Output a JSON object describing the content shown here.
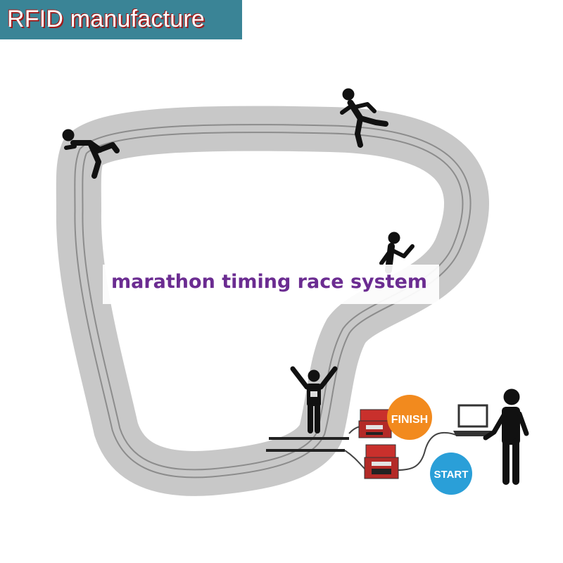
{
  "brand": {
    "text": "RFID manufacture",
    "background": "#3a8496",
    "outline": "#a01c1c"
  },
  "caption": {
    "text": "marathon timing race system",
    "color": "#6b2c91"
  },
  "badges": {
    "finish": "FINISH",
    "start": "START",
    "finish_color": "#f28a1e",
    "start_color": "#2a9fd8"
  },
  "colors": {
    "track": "#c8c8c8",
    "lane_line": "#8c8c8c",
    "figure": "#111111",
    "timer": "#c9302c"
  },
  "icons": [
    "runner-icon",
    "runner-icon",
    "runner-icon",
    "finisher-icon",
    "timing-box-icon",
    "laptop-icon",
    "operator-icon"
  ]
}
